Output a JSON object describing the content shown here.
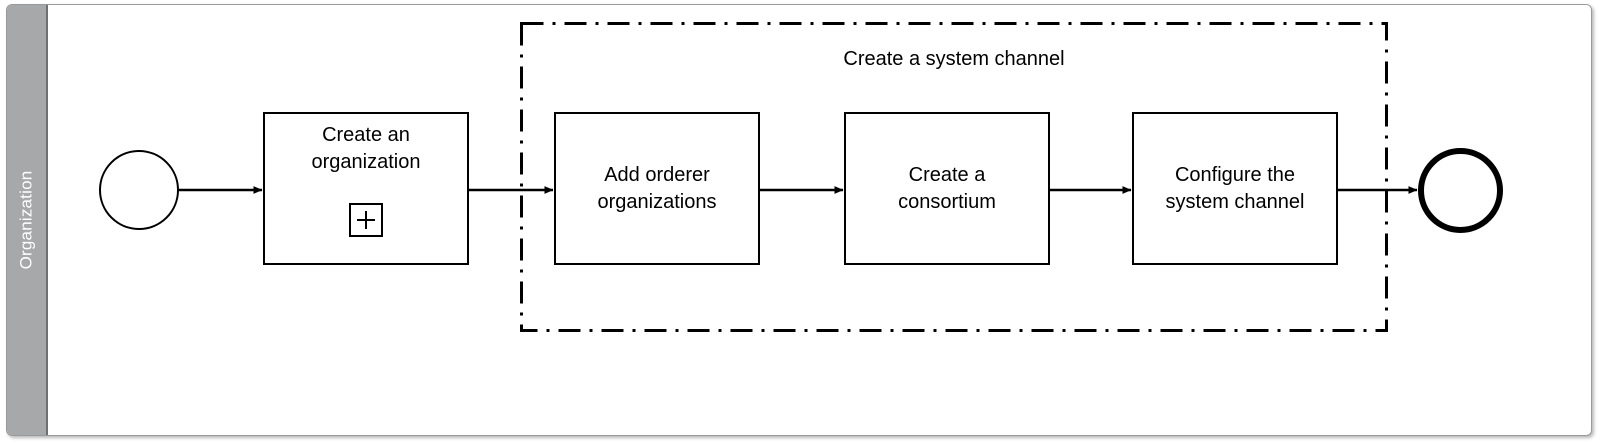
{
  "diagram": {
    "type": "bpmn-process",
    "pool": {
      "lane_label": "Organization",
      "lane_header_color": "#a6a8aa",
      "lane_label_color": "#ffffff",
      "border_color": "#9a9a9a",
      "background": "#ffffff"
    },
    "group": {
      "label": "Create a system channel",
      "border_style": "dash-dot",
      "border_color": "#000000"
    },
    "events": [
      {
        "id": "start",
        "kind": "start-event",
        "label": ""
      },
      {
        "id": "end",
        "kind": "end-event",
        "label": ""
      }
    ],
    "tasks": [
      {
        "id": "create-organization",
        "label": "Create an\norganization",
        "marker": "sub-process-plus",
        "in_group": false
      },
      {
        "id": "add-orderer-organizations",
        "label": "Add orderer\norganizations",
        "marker": "none",
        "in_group": true
      },
      {
        "id": "create-consortium",
        "label": "Create a\nconsortium",
        "marker": "none",
        "in_group": true
      },
      {
        "id": "configure-system-channel",
        "label": "Configure the\nsystem channel",
        "marker": "none",
        "in_group": true
      }
    ],
    "flows": [
      {
        "from": "start",
        "to": "create-organization"
      },
      {
        "from": "create-organization",
        "to": "add-orderer-organizations"
      },
      {
        "from": "add-orderer-organizations",
        "to": "create-consortium"
      },
      {
        "from": "create-consortium",
        "to": "configure-system-channel"
      },
      {
        "from": "configure-system-channel",
        "to": "end"
      }
    ]
  }
}
